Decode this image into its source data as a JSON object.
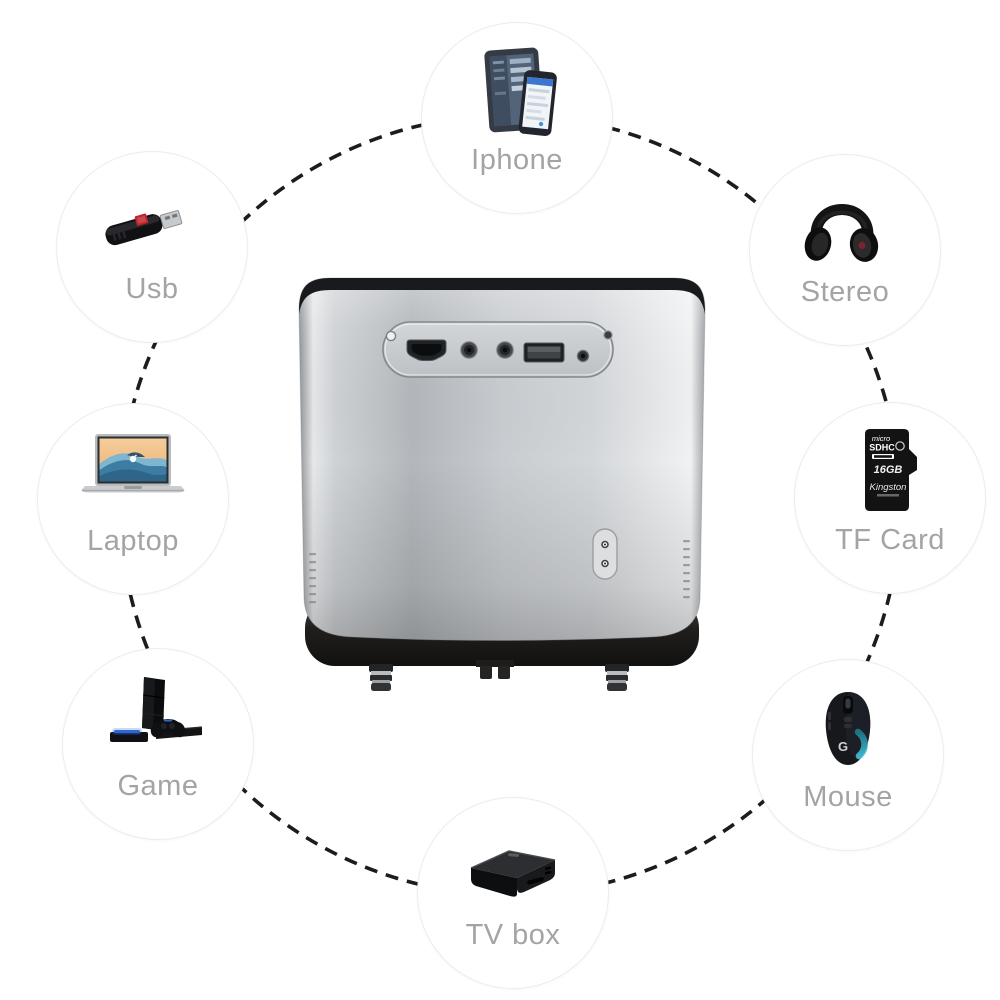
{
  "page": {
    "background_color": "#ffffff"
  },
  "diagram": {
    "type": "hub-and-spoke connectivity diagram",
    "ring": {
      "style": "dashed",
      "color": "#1c1c1c"
    },
    "node_circle": {
      "fill": "#ffffff",
      "border_color": "#ececec"
    },
    "label_color": "#a4a4a4",
    "center_device": {
      "name": "mini projector (rear view)",
      "body_color": "#c6c9cc",
      "trim_color": "#1a1b1e",
      "ports": [
        "hdmi-port",
        "av-jack",
        "headphone-jack",
        "usb-port",
        "dc-power-jack"
      ]
    },
    "nodes": [
      {
        "id": "iphone",
        "label": "Iphone",
        "icon": "tablet-and-phone-icon",
        "position": "top"
      },
      {
        "id": "stereo",
        "label": "Stereo",
        "icon": "headphones-icon",
        "position": "top-right"
      },
      {
        "id": "tf-card",
        "label": "TF Card",
        "icon": "micro-sd-card-icon",
        "position": "right",
        "icon_text": {
          "logo_line1": "micro",
          "logo_line2": "SDHC",
          "capacity": "16GB",
          "brand": "Kingston"
        }
      },
      {
        "id": "mouse",
        "label": "Mouse",
        "icon": "gaming-mouse-icon",
        "position": "bottom-right",
        "icon_text": {
          "logo": "G"
        }
      },
      {
        "id": "tv-box",
        "label": "TV box",
        "icon": "tv-box-icon",
        "position": "bottom"
      },
      {
        "id": "game",
        "label": "Game",
        "icon": "game-console-icon",
        "position": "bottom-left"
      },
      {
        "id": "laptop",
        "label": "Laptop",
        "icon": "laptop-icon",
        "position": "left"
      },
      {
        "id": "usb",
        "label": "Usb",
        "icon": "usb-flash-drive-icon",
        "position": "top-left"
      }
    ]
  }
}
